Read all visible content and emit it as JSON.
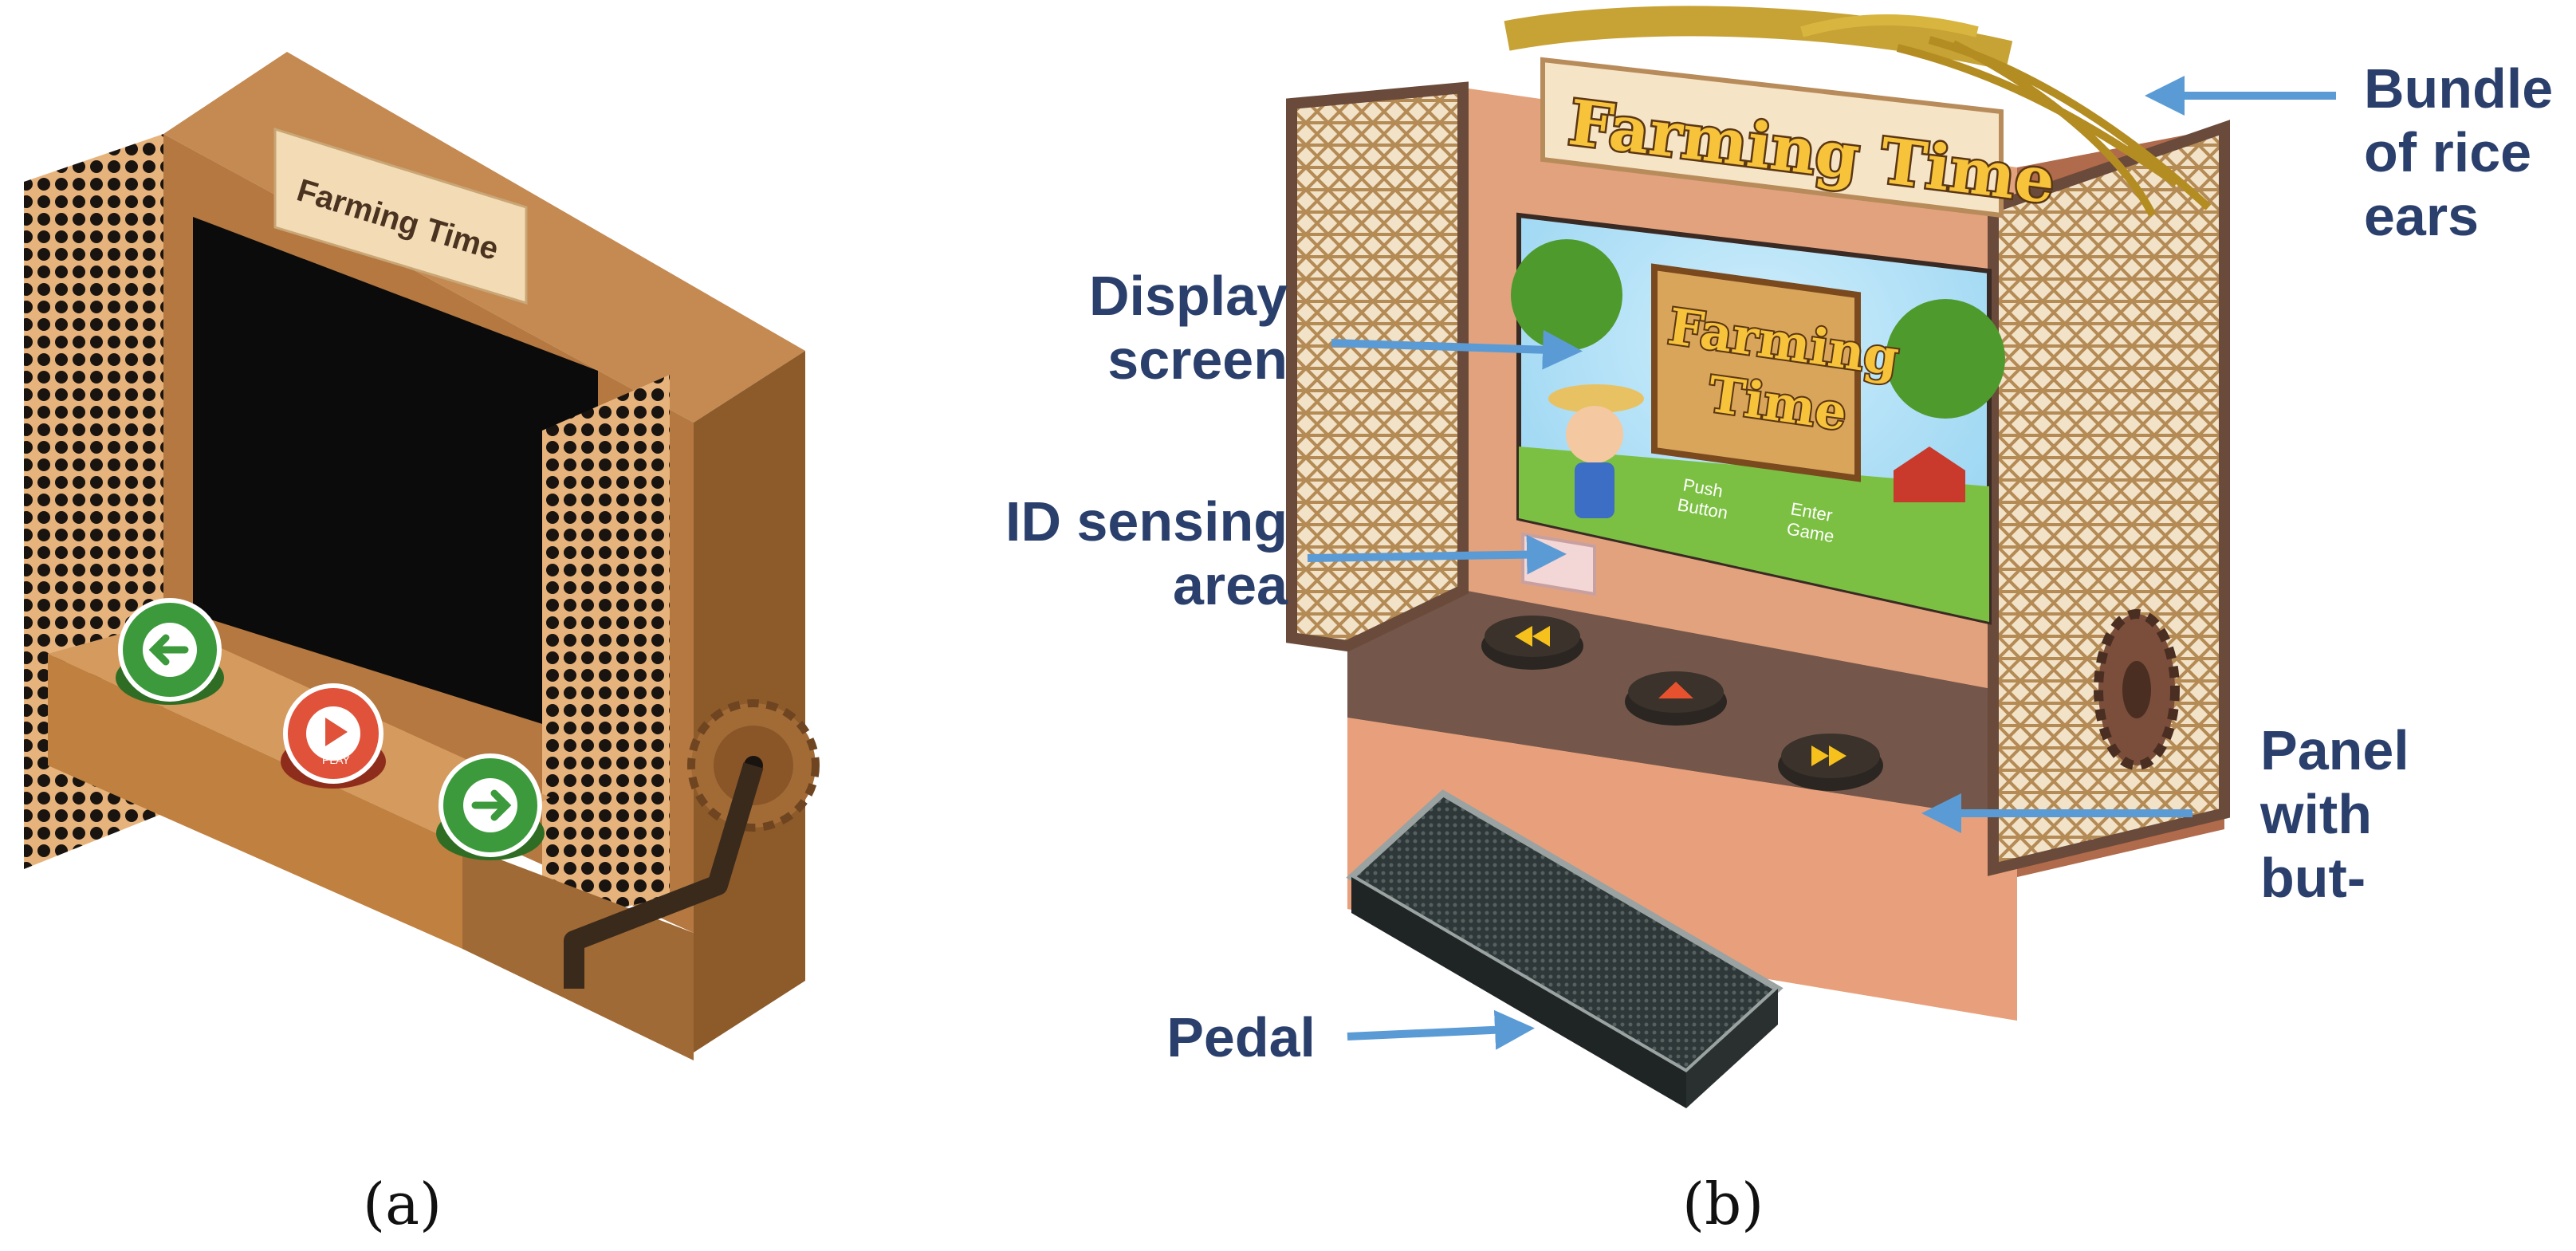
{
  "panel_a": {
    "caption": "(a)",
    "sign_text": "Farming Time",
    "play_label": "PLAY"
  },
  "panel_b": {
    "caption": "(b)",
    "sign_text": "Farming Time",
    "screen": {
      "title_line1": "Farming",
      "title_line2": "Time",
      "push_button_line1": "Push",
      "push_button_line2": "Button",
      "enter_game_line1": "Enter",
      "enter_game_line2": "Game"
    },
    "callouts": {
      "rice": [
        "Bundle",
        "of rice",
        "ears"
      ],
      "display": [
        "Display",
        "screen"
      ],
      "id_sensing": [
        "ID sensing",
        "area"
      ],
      "panel": [
        "Panel",
        "with",
        "but-"
      ],
      "pedal": [
        "Pedal"
      ]
    }
  },
  "colors": {
    "callout_text": "#2a3f6b",
    "arrow": "#5b9bd5",
    "box_brown": "#c9874e",
    "box_pink": "#e3a27e"
  }
}
